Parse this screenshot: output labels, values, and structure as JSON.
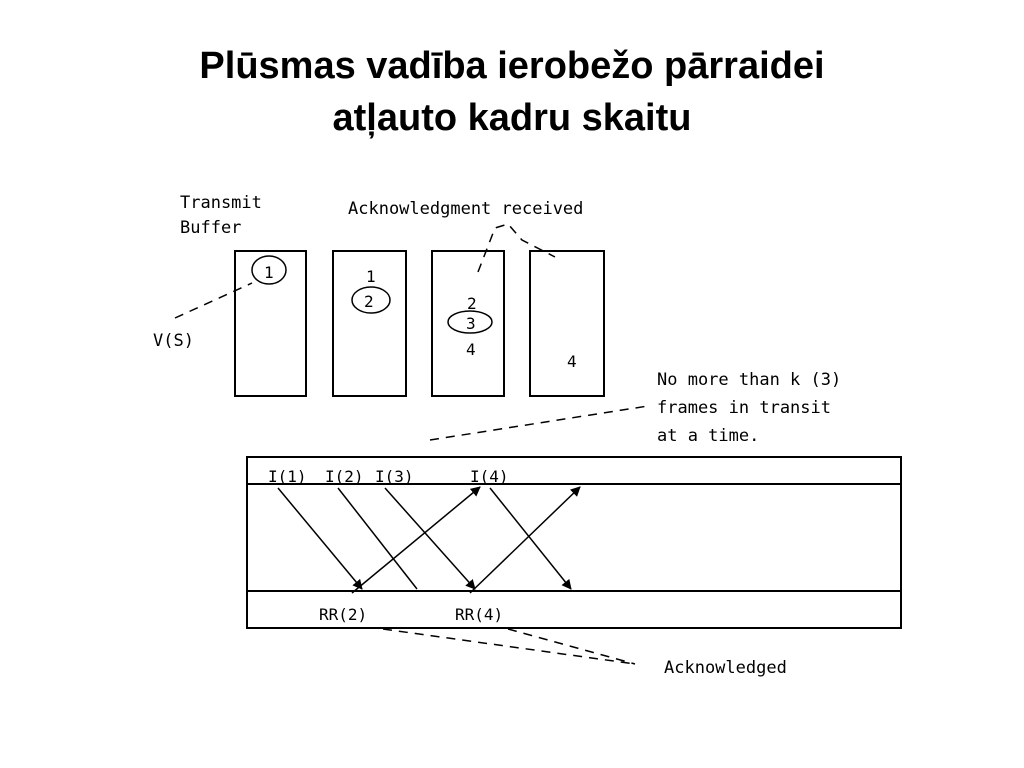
{
  "title": {
    "line1": "Plūsmas vadība ierobežo pārraidei",
    "line2": "atļauto kadru skaitu"
  },
  "diagram": {
    "transmit_buffer_label": [
      "Transmit",
      "Buffer"
    ],
    "ack_received_label": "Acknowledgment received",
    "vs_label": "V(S)",
    "buffers": [
      {
        "frames": [
          "1"
        ],
        "circled": "1"
      },
      {
        "frames": [
          "1",
          "2"
        ],
        "circled": "2"
      },
      {
        "frames": [
          "2",
          "3",
          "4"
        ],
        "circled": "3"
      },
      {
        "frames": [
          "4"
        ],
        "circled": ""
      }
    ],
    "transit_note": [
      "No more than k (3)",
      "frames in transit",
      "at a time."
    ],
    "sent_frames": [
      "I(1)",
      "I(2)",
      "I(3)",
      "I(4)"
    ],
    "acks": [
      "RR(2)",
      "RR(4)"
    ],
    "acknowledged_label": "Acknowledged"
  },
  "colors": {
    "ink": "#000000",
    "background": "#ffffff"
  }
}
